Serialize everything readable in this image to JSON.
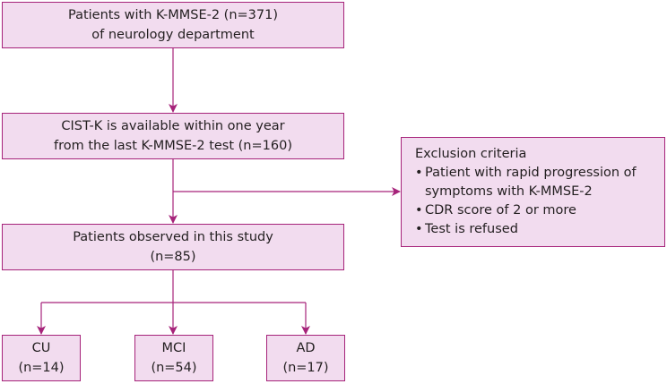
{
  "colors": {
    "box_fill": "#f2dcef",
    "box_border": "#a6237a",
    "arrow": "#a6237a",
    "text": "#231f20"
  },
  "boxes": {
    "top": {
      "line1": "Patients with K-MMSE-2 (n=371)",
      "line2": "of neurology department"
    },
    "cist": {
      "line1": "CIST-K is available within one year",
      "line2": "from the last K-MMSE-2 test (n=160)"
    },
    "observed": {
      "line1": "Patients observed in this study",
      "line2": "(n=85)"
    },
    "exclusion": {
      "title": "Exclusion criteria",
      "bullet": "•",
      "item1_line1": "Patient with rapid progression of",
      "item1_line2": "symptoms with K-MMSE-2",
      "item2": "CDR score of 2 or more",
      "item3": "Test is refused"
    },
    "cu": {
      "label": "CU",
      "count": "(n=14)"
    },
    "mci": {
      "label": "MCI",
      "count": "(n=54)"
    },
    "ad": {
      "label": "AD",
      "count": "(n=17)"
    }
  }
}
